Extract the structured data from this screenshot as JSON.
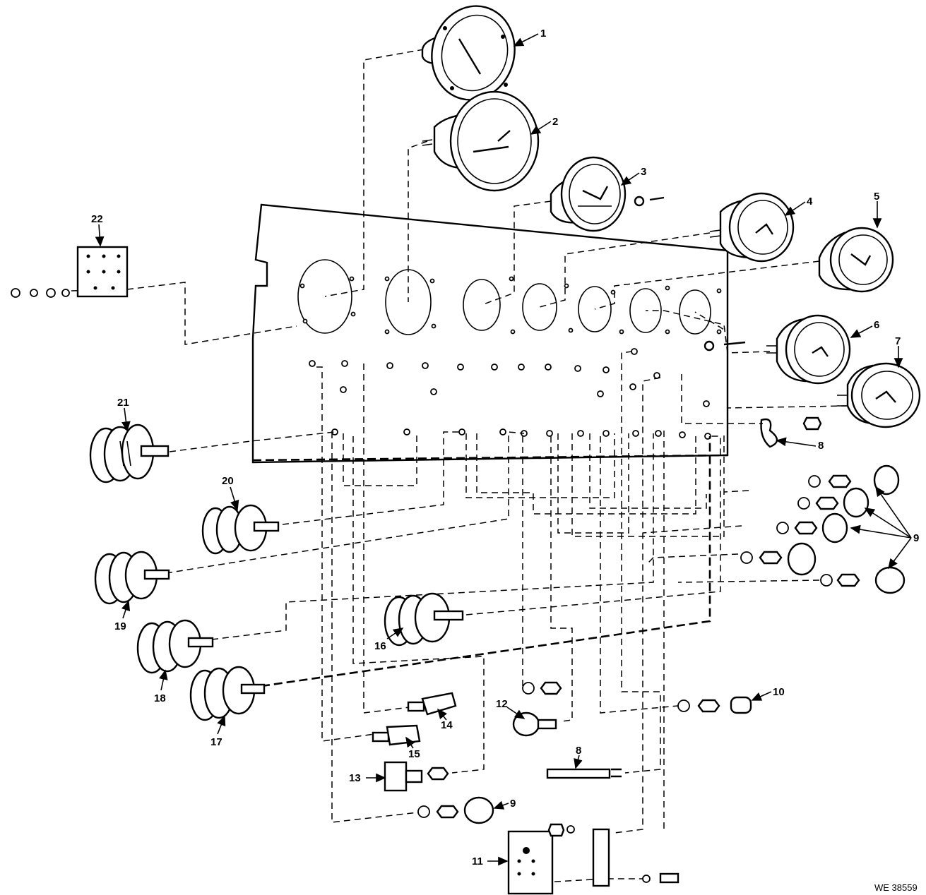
{
  "diagram": {
    "callouts": {
      "c1": "1",
      "c2": "2",
      "c3": "3",
      "c4": "4",
      "c5": "5",
      "c6": "6",
      "c7": "7",
      "c8a": "8",
      "c8b": "8",
      "c9a": "9",
      "c9b": "9",
      "c10": "10",
      "c11": "11",
      "c12": "12",
      "c13": "13",
      "c14": "14",
      "c15": "15",
      "c16": "16",
      "c17": "17",
      "c18": "18",
      "c19": "19",
      "c20": "20",
      "c21": "21",
      "c22": "22"
    },
    "figure_ref": "WE 38559"
  }
}
